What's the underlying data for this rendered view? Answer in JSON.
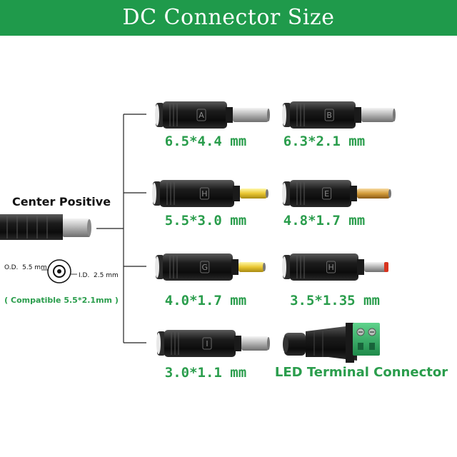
{
  "banner": {
    "title": "DC Connector Size",
    "color": "#1f9a4b"
  },
  "main_plug": {
    "title": "Center Positive",
    "od_label": "O.D.",
    "od_value": "5.5 mm",
    "id_label": "I.D.",
    "id_value": "2.5 mm",
    "compatibility": "( Compatible 5.5*2.1mm )"
  },
  "adapters": [
    {
      "letter": "A",
      "label": "6.5*4.4 mm",
      "tip": "metal"
    },
    {
      "letter": "B",
      "label": "6.3*2.1 mm",
      "tip": "metal"
    },
    {
      "letter": "H",
      "label": "5.5*3.0 mm",
      "tip": "yellow"
    },
    {
      "letter": "E",
      "label": "4.8*1.7 mm",
      "tip": "orange"
    },
    {
      "letter": "G",
      "label": "4.0*1.7 mm",
      "tip": "yellow"
    },
    {
      "letter": "H",
      "label": "3.5*1.35 mm",
      "tip": "red"
    },
    {
      "letter": "I",
      "label": "3.0*1.1 mm",
      "tip": "metal"
    }
  ],
  "terminal": {
    "label": "LED Terminal Connector",
    "color": "#27a560"
  },
  "label_color": "#2a9d4c"
}
